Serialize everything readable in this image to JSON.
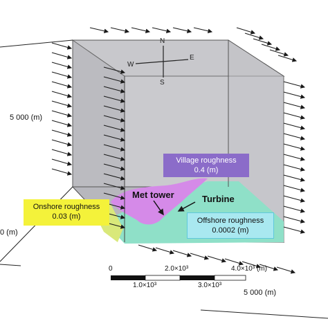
{
  "compass": {
    "n": "N",
    "s": "S",
    "e": "E",
    "w": "W"
  },
  "dims": {
    "height": "5 000 (m)",
    "depth": "5 000 (m)",
    "left_partial": "0 (m)"
  },
  "labels": {
    "met_tower": "Met tower",
    "turbine": "Turbine"
  },
  "regions": {
    "onshore": {
      "title": "Onshore roughness",
      "value": "0.03 (m)",
      "color": "#f4f23a"
    },
    "village": {
      "title": "Village roughness",
      "value": "0.4 (m)",
      "color": "#8b6cc9"
    },
    "offshore": {
      "title": "Offshore roughness",
      "value": "0.0002 (m)",
      "color": "#a9e8f0"
    }
  },
  "terrain_colors": {
    "land": "#d58ae8",
    "sea": "#8fe0c8",
    "onshore_strip": "#d9e87a"
  },
  "scale_bar": {
    "zero": "0",
    "top_ticks": [
      "2.0×10³",
      "4.0×10³ (m)"
    ],
    "bottom_ticks": [
      "1.0×10³",
      "3.0×10³"
    ]
  },
  "icons": {
    "wind": "arrow-icon",
    "compass": "compass-icon"
  }
}
